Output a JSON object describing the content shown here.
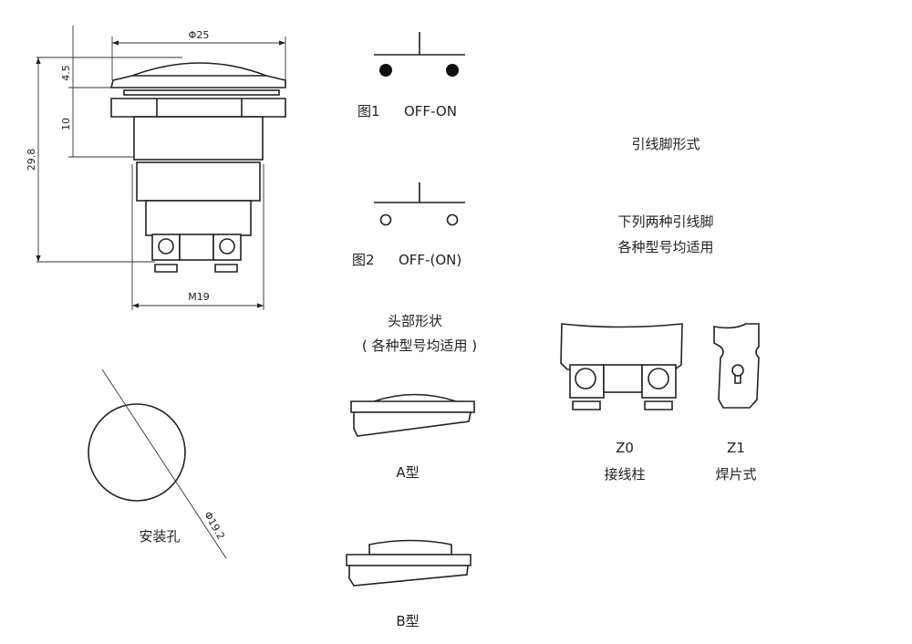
{
  "dimensions": {
    "diameter_cap": "Φ25",
    "height_cap": "4.5",
    "height_thread": "10",
    "total_height": "29.8",
    "thread": "M19",
    "hole_diameter": "Φ19.2"
  },
  "mounting_hole_label": "安装孔",
  "fig1": {
    "label": "图1",
    "mode": "OFF-ON"
  },
  "fig2": {
    "label": "图2",
    "mode": "OFF-(ON)"
  },
  "head_shape": {
    "title": "头部形状",
    "note": "( 各种型号均适用 )",
    "type_a": "A型",
    "type_b": "B型"
  },
  "lead_pins": {
    "title": "引线脚形式",
    "note_line1": "下列两种引线脚",
    "note_line2": "各种型号均适用",
    "z0": {
      "code": "Z0",
      "name": "接线柱"
    },
    "z1": {
      "code": "Z1",
      "name": "焊片式"
    }
  }
}
